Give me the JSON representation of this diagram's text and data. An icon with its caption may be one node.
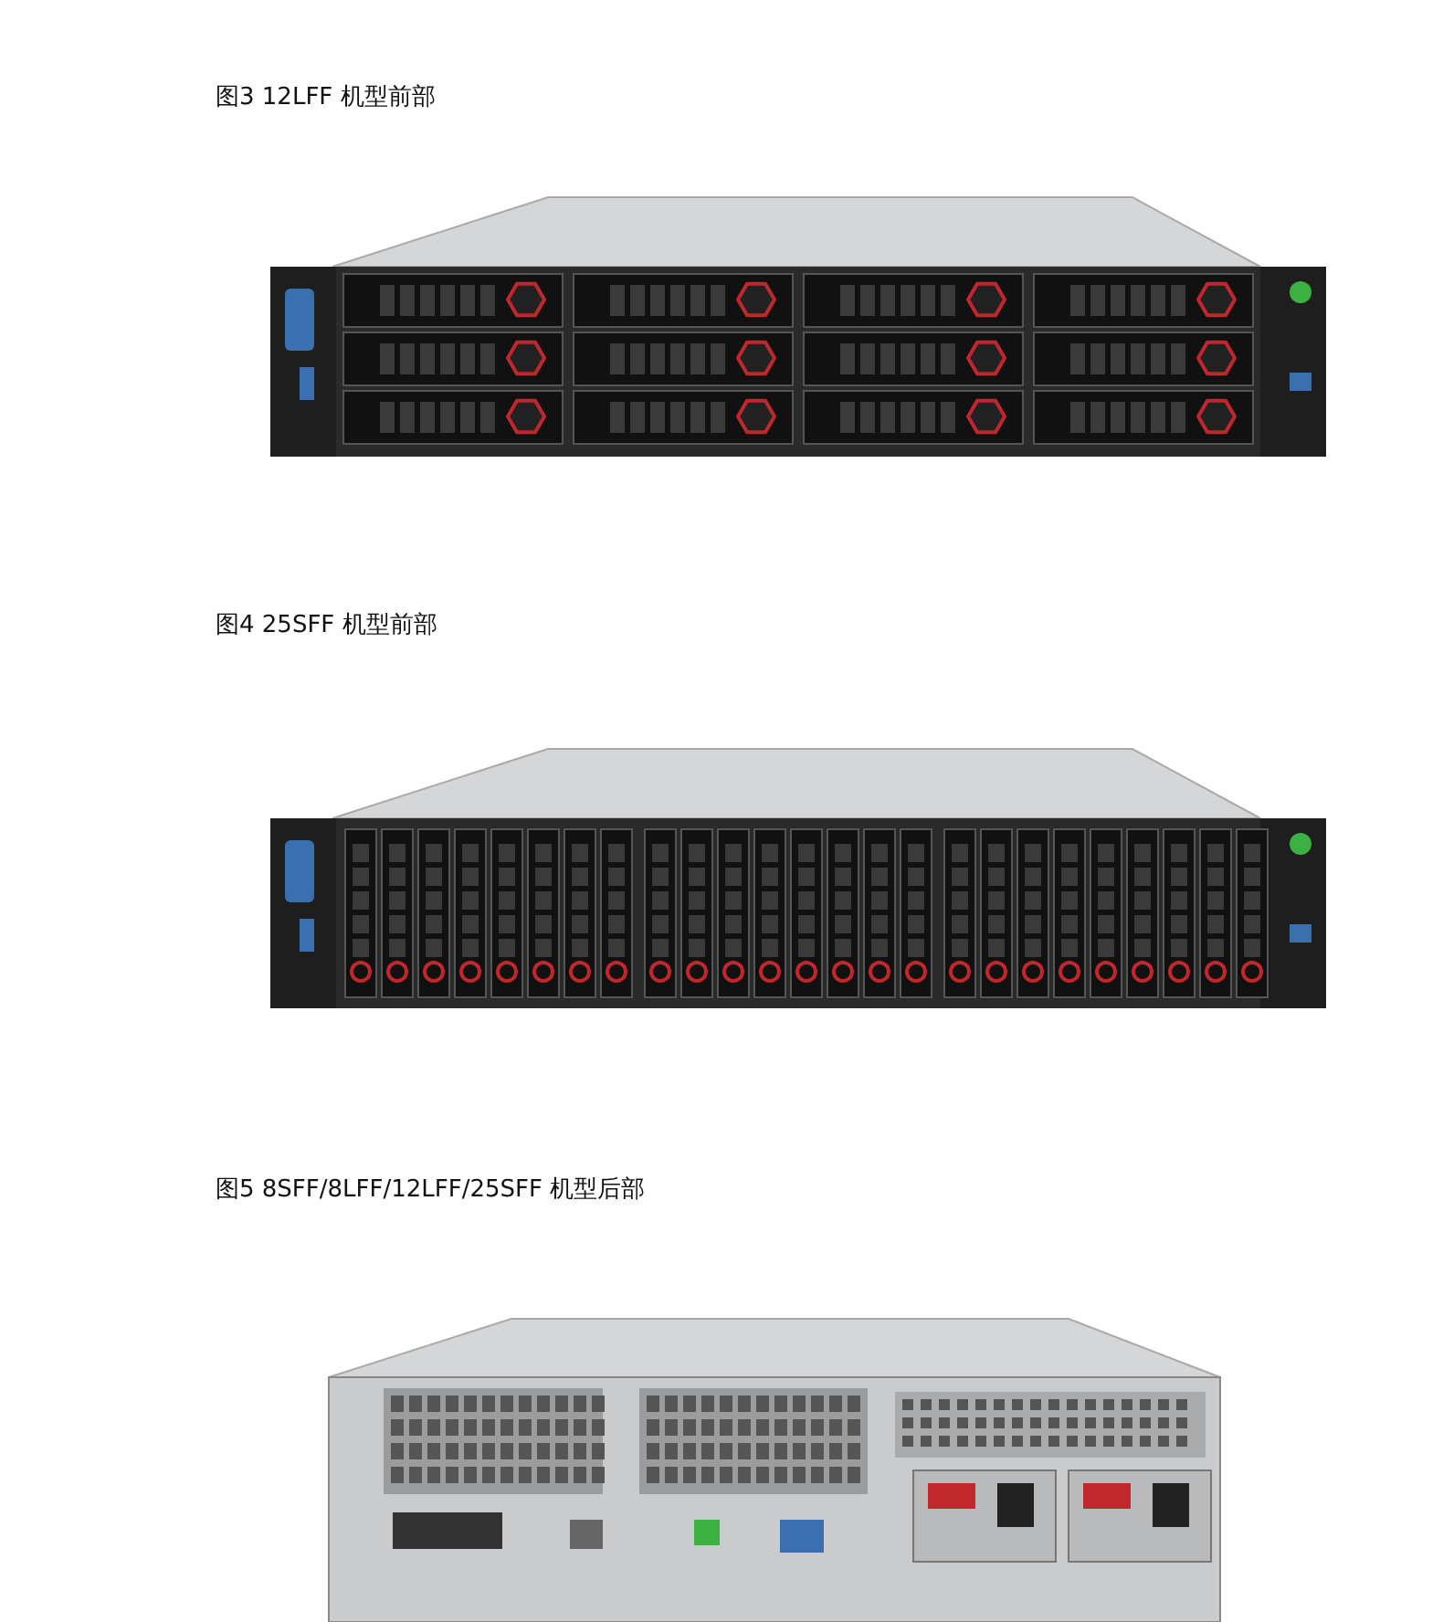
{
  "diagram": {
    "labels": [
      "图3 12LFF 机型前部",
      "图4 25SFF 机型前部",
      "图5 8SFF/8LFF/12LFF/25SFF 机型后部"
    ]
  }
}
